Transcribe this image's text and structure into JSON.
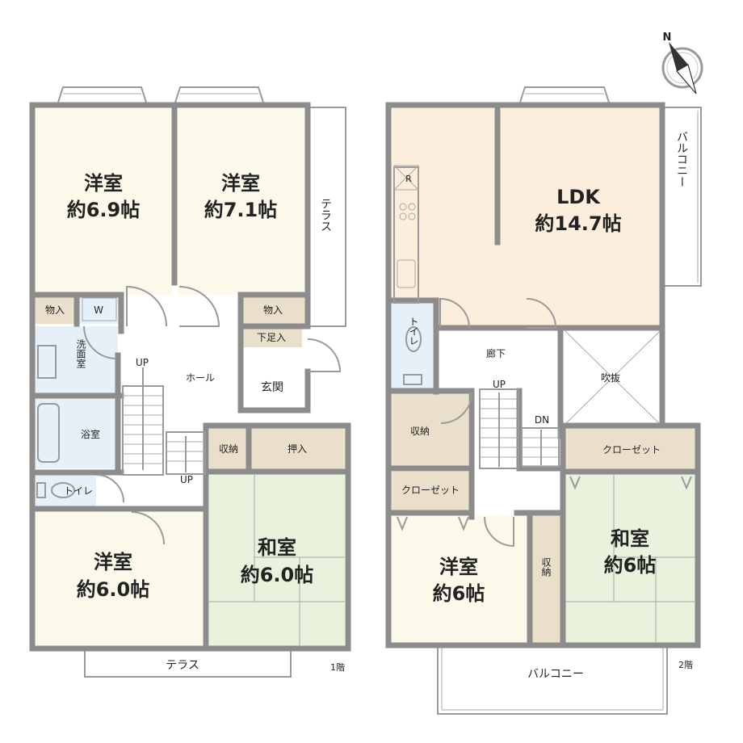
{
  "plan": {
    "floor1_label": "1階",
    "floor2_label": "2階",
    "compass_label": "N",
    "colors": {
      "wall": "#8c8c8c",
      "western_room": "#fbf9ea",
      "japanese_room": "#e8f2dc",
      "storage": "#eadfcb",
      "wet_area": "#e6f0f8",
      "ldk": "#fbeedd",
      "plain": "#ffffff"
    }
  },
  "floor1": {
    "room_a_name": "洋室",
    "room_a_size": "約6.9帖",
    "room_b_name": "洋室",
    "room_b_size": "約7.1帖",
    "terrace_side": "テラス",
    "closet_a": "物入",
    "washer": "W",
    "closet_b": "物入",
    "shoe_storage": "下足入",
    "washroom": "洗面室",
    "hall": "ホール",
    "entrance": "玄関",
    "stairs_up_1": "UP",
    "stairs_up_2": "UP",
    "bath": "浴室",
    "storage_small": "収納",
    "closet_oshiire": "押入",
    "toilet": "トイレ",
    "room_c_name": "洋室",
    "room_c_size": "約6.0帖",
    "room_d_name": "和室",
    "room_d_size": "約6.0帖",
    "terrace_bottom": "テラス"
  },
  "floor2": {
    "fridge": "R",
    "ldk_name": "LDK",
    "ldk_size": "約14.7帖",
    "balcony_side": "バルコニー",
    "toilet": "トイレ",
    "corridor": "廊下",
    "stairs_up": "UP",
    "stairs_down": "DN",
    "void": "吹抜",
    "storage": "収納",
    "closet_right": "クローゼット",
    "closet_left": "クローゼット",
    "room_e_name": "洋室",
    "room_e_size": "約6帖",
    "storage_vertical": "収納",
    "room_f_name": "和室",
    "room_f_size": "約6帖",
    "balcony_bottom": "バルコニー"
  }
}
